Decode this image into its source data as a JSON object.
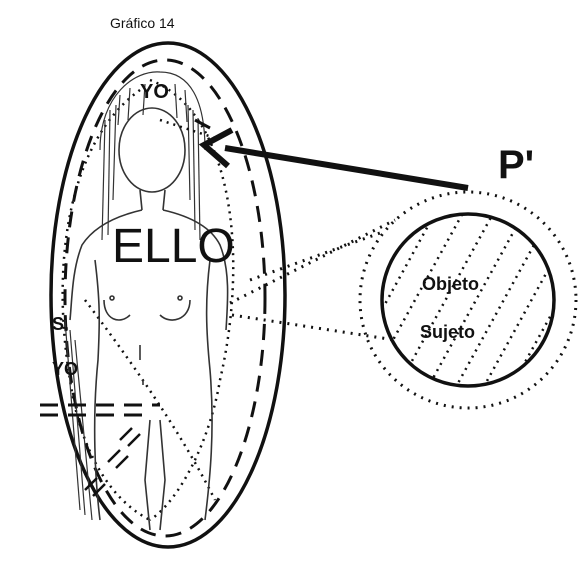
{
  "figure": {
    "caption": "Gráfico 14",
    "labels": {
      "yo_top": "YO",
      "ello": "ELLO",
      "s": "S.",
      "yo_side": "YO",
      "p_prime": "P'",
      "objeto": "Objeto",
      "sujeto": "Sujeto"
    }
  },
  "colors": {
    "ink": "#111111",
    "background": "#ffffff"
  }
}
